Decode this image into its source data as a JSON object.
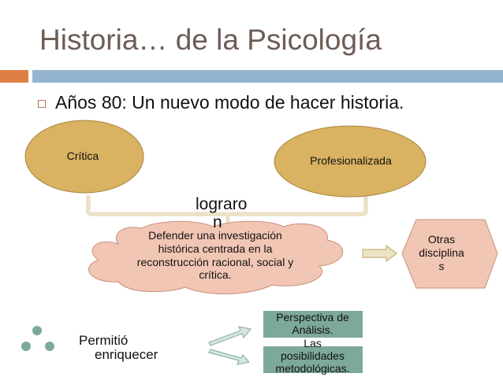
{
  "slide": {
    "title": "Historia… de la Psicología",
    "bullet": "Años 80: Un nuevo modo de hacer historia.",
    "colors": {
      "title_text": "#6e5c55",
      "accent_orange": "#e07f45",
      "accent_blue": "#94b4d0",
      "ellipse_fill": "#d9b262",
      "cloud_fill": "#f2c6b4",
      "hexagon_fill": "#f2c6b4",
      "teal_box_fill": "#7da99a",
      "dot_fill": "#7da99a"
    }
  },
  "diagram": {
    "ellipse_left": "Crítica",
    "ellipse_right": "Profesionalizada",
    "connector_label_line1": "lograro",
    "connector_label_line2": "n",
    "cloud_text": "Defender una investigación histórica centrada en la reconstrucción racional, social y crítica.",
    "hexagon_line1": "Otras",
    "hexagon_line2": "disciplina",
    "hexagon_line3": "s",
    "permitio_line1": "Permitió",
    "permitio_line2": "enriquecer",
    "box1_line1": "Perspectiva de",
    "box1_line2": "Análisis.",
    "box2_line1": "Las",
    "box2_line2": "posibilidades",
    "box2_line3": "metodológicas."
  }
}
